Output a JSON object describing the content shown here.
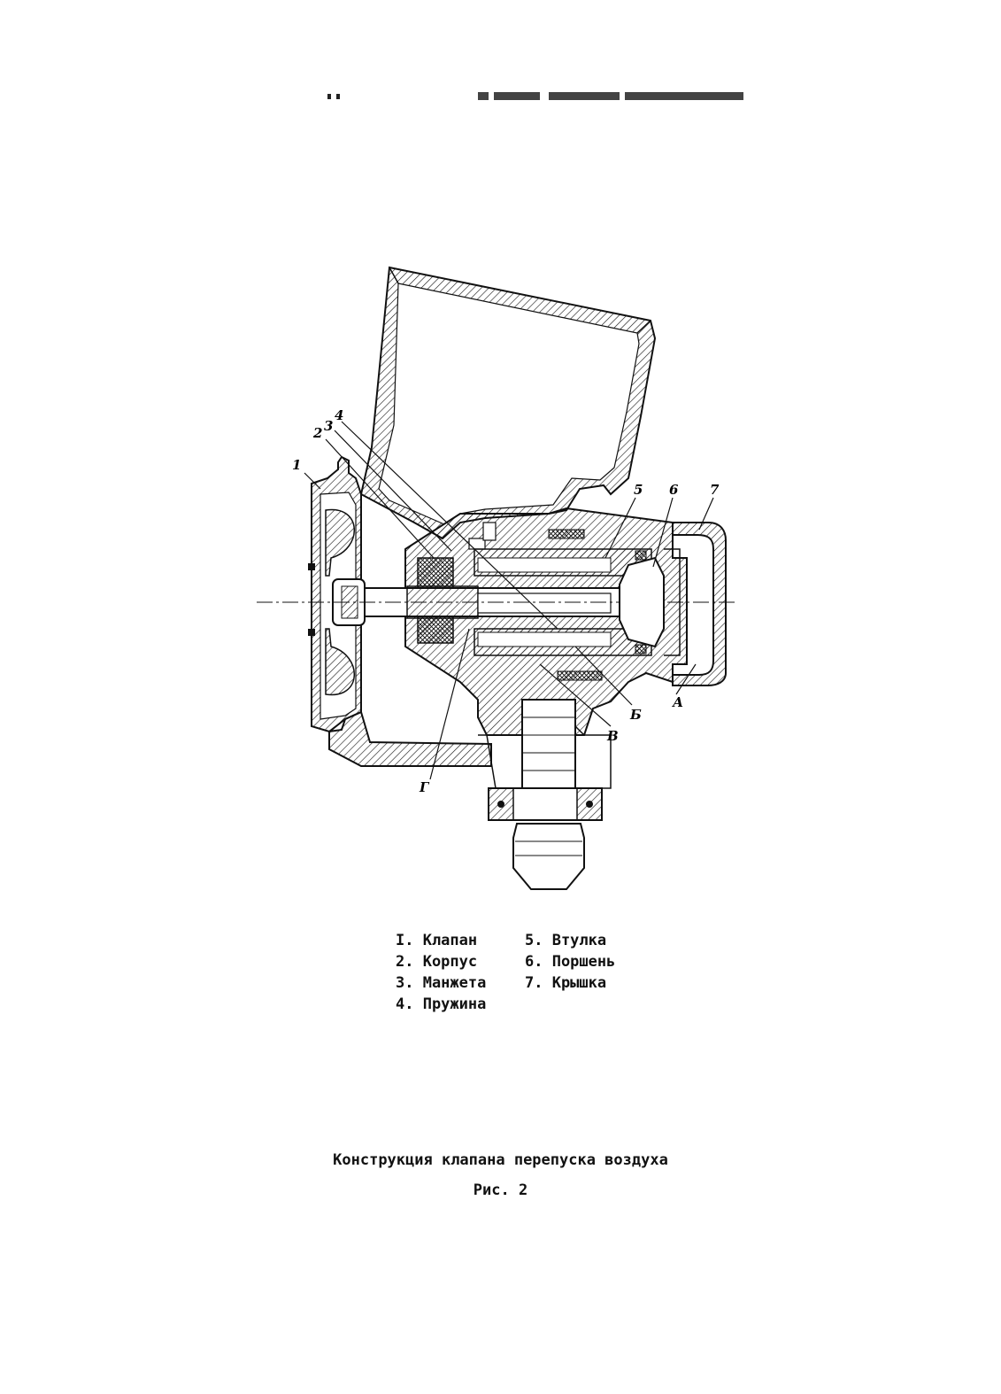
{
  "figure": {
    "callouts": {
      "n1": "1",
      "n2": "2",
      "n3": "3",
      "n4": "4",
      "n5": "5",
      "n6": "6",
      "n7": "7",
      "A": "А",
      "B": "Б",
      "V": "В",
      "G": "Г"
    }
  },
  "legend": {
    "left": [
      "I. Клапан",
      "2. Корпус",
      "3. Манжета",
      "4. Пружина"
    ],
    "right": [
      "5. Втулка",
      "6. Поршень",
      "7. Крышка"
    ]
  },
  "caption": "Конструкция клапана перепуска воздуха",
  "figure_label": "Рис. 2"
}
